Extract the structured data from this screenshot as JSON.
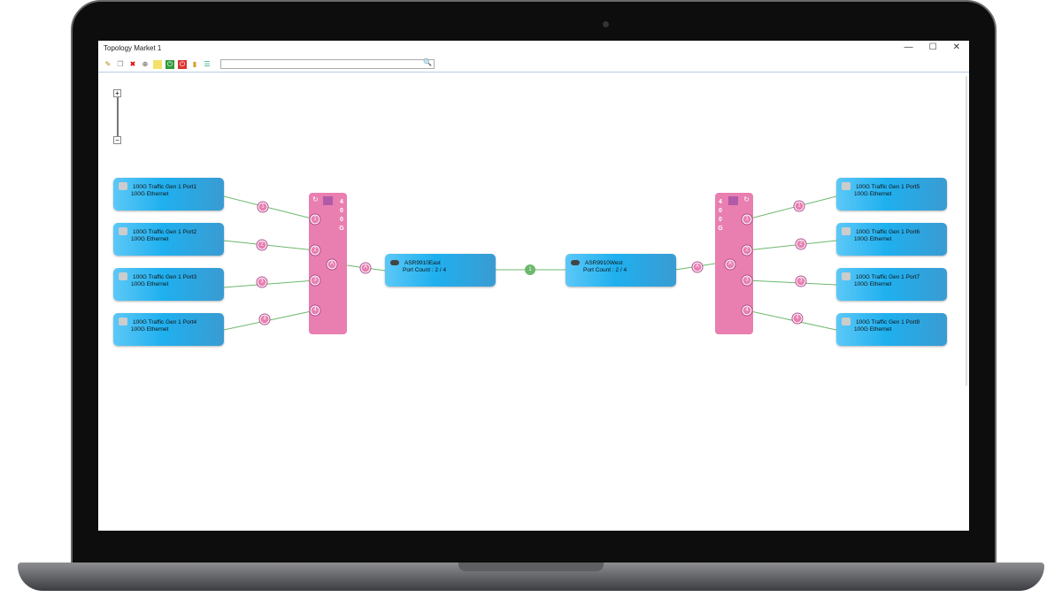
{
  "window": {
    "title": "Topology Market 1",
    "minimize": "—",
    "maximize": "☐",
    "close": "✕"
  },
  "toolbar": {
    "search_value": "",
    "search_icon": "🔍",
    "icons": [
      "pencil-icon",
      "copy-icon",
      "delete-icon",
      "target-icon",
      "add-note-icon",
      "power-on-icon",
      "power-off-icon",
      "chart-icon",
      "settings-sliders-icon"
    ]
  },
  "zoom": {
    "plus": "+",
    "minus": "−"
  },
  "left_gens": [
    {
      "name": "100G Traffic Gen 1 Port1",
      "type": "100G Ethernet",
      "badge": "1"
    },
    {
      "name": "100G Traffic Gen 1 Port2",
      "type": "100G Ethernet",
      "badge": "2"
    },
    {
      "name": "100G Traffic Gen 1 Port3",
      "type": "100G Ethernet",
      "badge": "3"
    },
    {
      "name": "100G Traffic Gen 1 Port4",
      "type": "100G Ethernet",
      "badge": "4"
    }
  ],
  "right_gens": [
    {
      "name": "100G Traffic Gen 1 Port5",
      "type": "100G Ethernet",
      "badge": "1"
    },
    {
      "name": "100G Traffic Gen 1 Port6",
      "type": "100G Ethernet",
      "badge": "2"
    },
    {
      "name": "100G Traffic Gen 1 Port7",
      "type": "100G Ethernet",
      "badge": "3"
    },
    {
      "name": "100G Traffic Gen 1 Port8",
      "type": "100G Ethernet",
      "badge": "4"
    }
  ],
  "mux": {
    "label": [
      "4",
      "0",
      "0",
      "G"
    ],
    "ports": [
      "1",
      "2",
      "3",
      "4"
    ],
    "aggregate": "A"
  },
  "routers": [
    {
      "name": "ASR9910East",
      "ports": "Port Count : 2 / 4"
    },
    {
      "name": "ASR9910West",
      "ports": "Port Count : 2 / 4"
    }
  ],
  "core_link": "1",
  "colors": {
    "node": "#1fb0ef",
    "mux": "#e97fb0",
    "link": "#6cb86c"
  }
}
